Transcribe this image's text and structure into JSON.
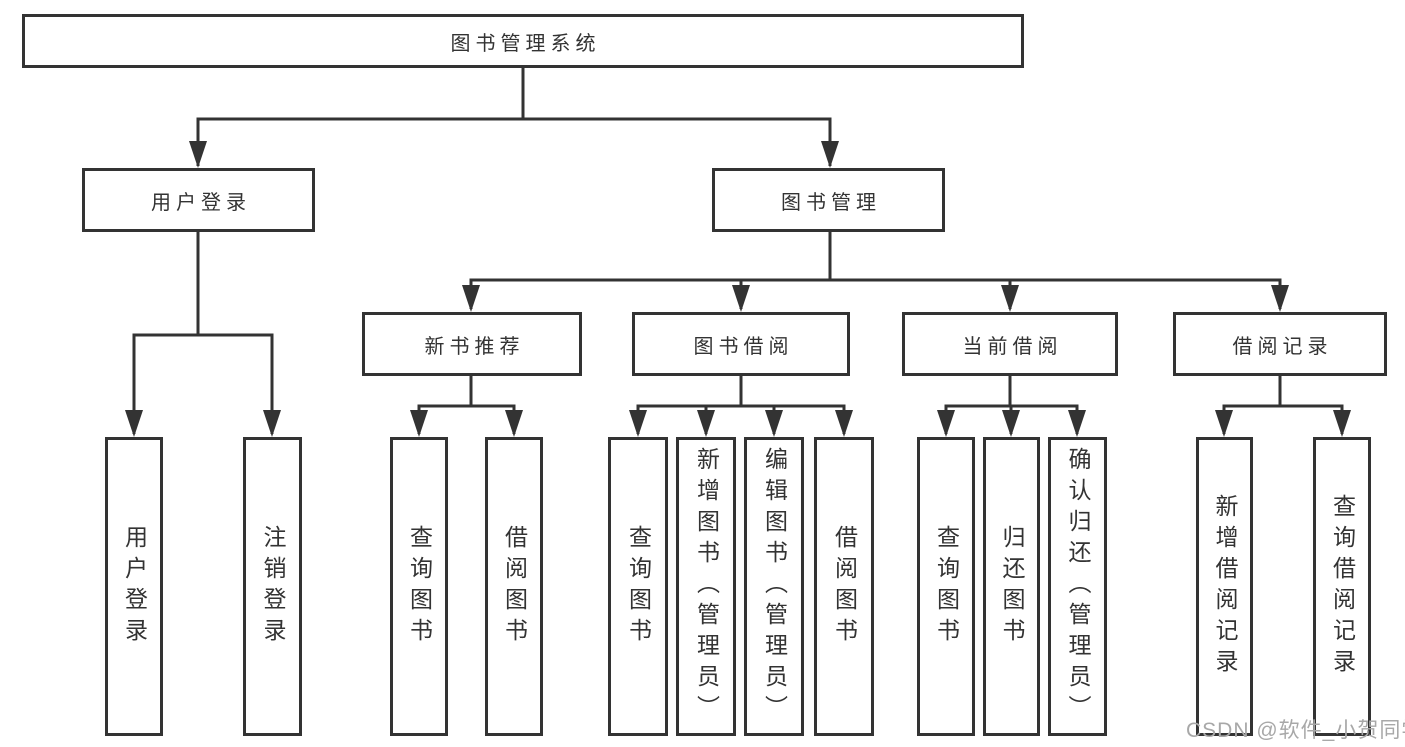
{
  "diagram": {
    "root": {
      "label": "图书管理系统"
    },
    "branches": [
      {
        "label": "用户登录",
        "children": [
          {
            "label": "用户登录"
          },
          {
            "label": "注销登录"
          }
        ]
      },
      {
        "label": "图书管理",
        "children": [
          {
            "label": "新书推荐",
            "children": [
              {
                "label": "查询图书"
              },
              {
                "label": "借阅图书"
              }
            ]
          },
          {
            "label": "图书借阅",
            "children": [
              {
                "label": "查询图书"
              },
              {
                "label": "新增图书（管理员）"
              },
              {
                "label": "编辑图书（管理员）"
              },
              {
                "label": "借阅图书"
              }
            ]
          },
          {
            "label": "当前借阅",
            "children": [
              {
                "label": "查询图书"
              },
              {
                "label": "归还图书"
              },
              {
                "label": "确认归还（管理员）"
              }
            ]
          },
          {
            "label": "借阅记录",
            "children": [
              {
                "label": "新增借阅记录"
              },
              {
                "label": "查询借阅记录"
              }
            ]
          }
        ]
      }
    ]
  },
  "watermark": {
    "text": "CSDN @软件_小贺同学"
  },
  "colors": {
    "line": "#333333",
    "box_border": "#333333",
    "text": "#333333",
    "watermark_text": "#a8a8a8",
    "background": "#ffffff"
  }
}
